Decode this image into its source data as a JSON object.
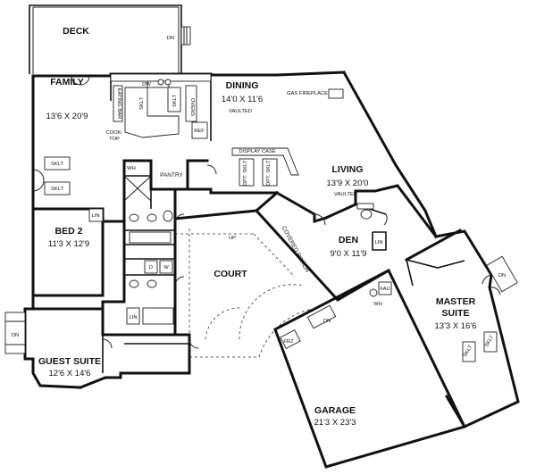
{
  "rooms": {
    "deck": {
      "name": "DECK"
    },
    "family": {
      "name": "FAMILY",
      "dims": "13'6 X 20'9"
    },
    "dining": {
      "name": "DINING",
      "dims": "14'0 X 11'6",
      "note": "VAULTED"
    },
    "living": {
      "name": "LIVING",
      "dims": "13'9 X 20'0",
      "note": "VAULTED"
    },
    "bed2": {
      "name": "BED 2",
      "dims": "11'3 X 12'9"
    },
    "court": {
      "name": "COURT"
    },
    "den": {
      "name": "DEN",
      "dims": "9'0 X 11'9"
    },
    "guest_suite": {
      "name": "GUEST SUITE",
      "dims": "12'6 X 14'6"
    },
    "master_suite": {
      "name": "MASTER",
      "name2": "SUITE",
      "dims": "13'3 X 16'6"
    },
    "garage": {
      "name": "GARAGE",
      "dims": "21'3 X 23'3"
    }
  },
  "labels": {
    "dn": "DN",
    "up": "UP",
    "dw": "DW",
    "eating_bar": "EATING BAR",
    "sklt": "SKLT",
    "ovens": "OVENS",
    "ref": "REF",
    "cook": "COOK-",
    "top": "TOP",
    "gas_fireplace": "GAS FIREPLACE",
    "display_case": "DISPLAY CASE",
    "opt_sklt": "OPT. SKLT",
    "wh": "WH",
    "pantry": "PANTRY",
    "lin": "LIN",
    "d": "D",
    "w": "W",
    "covered_porch": "COVERED PORCH",
    "fau": "FAU",
    "frz": "FRZ"
  }
}
